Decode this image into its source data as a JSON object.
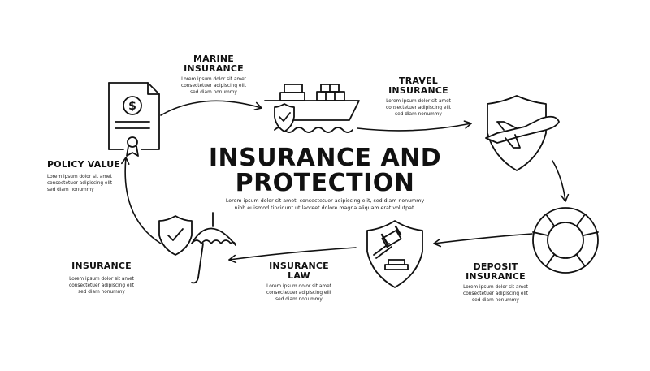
{
  "main": {
    "title_line1": "INSURANCE AND",
    "title_line2": "PROTECTION",
    "intro": "Lorem ipsum dolor sit amet, consectetuer adipiscing elit, sed diam nonummy nibh euismod tincidunt ut laoreet dolore magna aliquam erat volutpat."
  },
  "steps": [
    {
      "label": "MARINE INSURANCE",
      "icon": "ship-shield-icon",
      "lines": [
        "Lorem ipsum dolor sit amet",
        "consectetuer adipiscing elit",
        "sed diam nonummy"
      ]
    },
    {
      "label": "TRAVEL INSURANCE",
      "icon": "airplane-shield-icon",
      "lines": [
        "Lorem ipsum dolor sit amet",
        "consectetuer adipiscing elit",
        "sed diam nonummy"
      ]
    },
    {
      "label": "DEPOSIT INSURANCE",
      "icon": "lifebuoy-icon",
      "lines": [
        "Lorem ipsum dolor sit amet",
        "consectetuer adipiscing elit",
        "sed diam nonummy"
      ]
    },
    {
      "label": "INSURANCE LAW",
      "icon": "gavel-shield-icon",
      "lines": [
        "Lorem ipsum dolor sit amet",
        "consectetuer adipiscing elit",
        "sed diam nonummy"
      ]
    },
    {
      "label": "INSURANCE",
      "icon": "umbrella-shield-icon",
      "lines": [
        "Lorem ipsum dolor sit amet",
        "consectetuer adipiscing elit",
        "sed diam nonummy"
      ]
    },
    {
      "label": "POLICY VALUE",
      "icon": "policy-document-icon",
      "lines": [
        "Lorem ipsum dolor sit amet",
        "consectetuer adipiscing elit",
        "sed diam nonummy"
      ]
    }
  ],
  "icon_glyphs": {
    "currency": "$"
  }
}
